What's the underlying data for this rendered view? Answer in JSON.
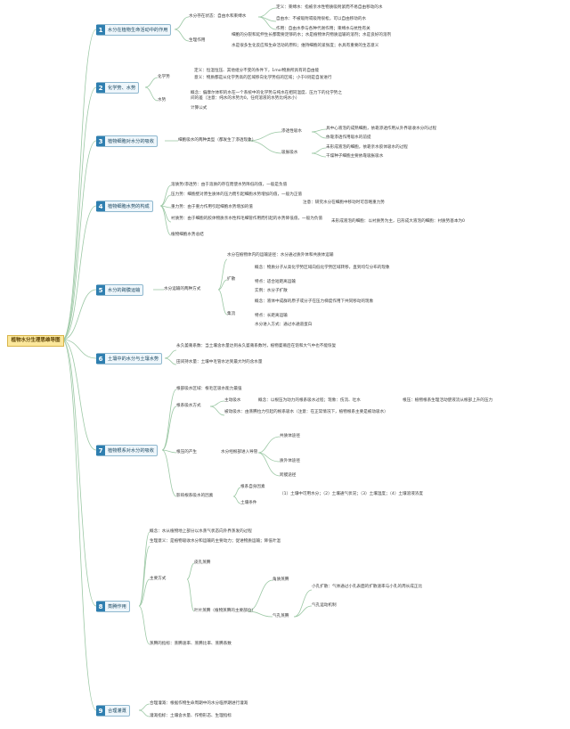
{
  "root": "植物水分生理思维导图",
  "colors": {
    "line": "#9cc8a5",
    "branch_num": "#2f7fb0",
    "root_bg": "#fbe79b"
  },
  "branches": [
    {
      "num": "1",
      "label": "水分在植物生命活动中的作用"
    },
    {
      "num": "2",
      "label": "化学势、水势"
    },
    {
      "num": "3",
      "label": "植物细胞对水分的吸收"
    },
    {
      "num": "4",
      "label": "植物细胞水势的构成"
    },
    {
      "num": "5",
      "label": "水分的跨膜运输"
    },
    {
      "num": "6",
      "label": "土壤中的水分与土壤水势"
    },
    {
      "num": "7",
      "label": "植物根系对水分的吸收"
    },
    {
      "num": "8",
      "label": "蒸腾作用"
    },
    {
      "num": "9",
      "label": "合理灌溉"
    }
  ],
  "b1": {
    "n1": "水分存在状态：自由水和束缚水",
    "n1a": "定义：束缚水：指被亲水性物质吸附紧而不易自由移动的水",
    "n1b": "自由水：不被吸附或吸附很松，可以自由移动的水",
    "n1c": "作用：自由水参与各种代谢作用；束缚水与抗性有关",
    "n2": "生理作用",
    "n2a": "细胞的分裂和延伸生长都需要足够的水；水是植物体内物质运输的溶剂；水是良好的溶剂",
    "n2b": "水是很多生化反应和生命活动的原料；维持细胞的紧张度；水具有重要的生态意义"
  },
  "b2": {
    "n1": "化学势",
    "n1a": "定义：恒温恒压、其他组分不变的条件下，1mol物质所具有的自由能",
    "n1b": "意义：物质都是从化学势高的区域移向化学势低的区域；小于0则是自发进行",
    "n2": "水势",
    "n2a": "概念：偏摩尔体积的水在一个系统中的化学势与纯水在相同温度、压力下的化学势之间的差（注意：纯水的水势为0，任何溶液的水势比纯水小）",
    "n2b": "计算公式"
  },
  "b3": {
    "n1": "细胞吸水的两种类型（都发生了渗透现象）",
    "n1a": "渗透性吸水",
    "n1a1": "具中心液泡的成熟细胞，依靠渗透作用从外界吸收水分的过程",
    "n1a2": "依靠渗透作用吸水的前提",
    "n1b": "吸胀吸水",
    "n1b1": "未形成液泡的细胞，依靠亲水胶体吸水的过程",
    "n1b2": "干燥种子细胞主要依靠吸胀吸水"
  },
  "b4": {
    "n1": "溶质势/渗透势：由于溶质的存在而使水势降低的值，一般是负值",
    "n2": "压力势：细胞壁对原生质体的压力而引起细胞水势增加的值，一般为正值",
    "n3": "重力势：由于重力作用引起细胞水势增加的值",
    "n3a": "注意：研究水分在细胞中移动时可忽略重力势",
    "n4": "衬质势：由于细胞的胶体物质亲水性和毛细管作用而引起的水势降低值，一般为负值",
    "n4a": "未形成液泡的细胞：以衬质势为主，已形成大液泡的细胞：衬质势基本为0",
    "n5": "植物细胞水势总结"
  },
  "b5": {
    "n1": "水分运输的两种方式",
    "n1a": "水分在植物体内的运输途径：水分通过质外体和共质体运输",
    "n1b": "扩散",
    "n1b1": "概念：物质分子从高化学势区域向低化学势区域转移，直到均匀分布的现象",
    "n1b2": "特点：适合短距离运输",
    "n1b3": "实例：水分子扩散",
    "n1c": "集流",
    "n1c1": "概念：液体中成群的原子或分子在压力梯度作用下共同移动的现象",
    "n1c2": "特点：长距离运输",
    "n1c3": "水分进入方式：通过水通道蛋白"
  },
  "b6": {
    "n1": "永久萎蔫系数：当土壤含水量达到永久萎蔫系数时，植物萎蔫后在饱和大气中也不能恢复",
    "n2": "田间持水量：土壤中毛管水达到最大时的含水量"
  },
  "b7": {
    "n1": "根部吸水区域：根毛区吸水能力最强",
    "n2": "根系吸水方式",
    "n2a": "主动吸水",
    "n2a1": "概念：以根压为动力的根系吸水过程；现象：伤流、吐水",
    "n2a2": "根压：植物根系生理活动使液流从根部上升的压力",
    "n2b": "被动吸水：由蒸腾拉力引起的根系吸水（注意：在正常情况下，植物根系主要是被动吸水）",
    "n3": "根压的产生",
    "n3a": "水分经根部进入导管",
    "n3a1": "共质体途径",
    "n3a2": "质外体途径",
    "n3a3": "跨膜途径",
    "n4": "影响根系吸水的因素",
    "n4a": "根系自身因素",
    "n4b": "土壤条件",
    "n4b1": "（1）土壤中可用水分；（2）土壤通气状况；（3）土壤温度；（4）土壤溶液浓度"
  },
  "b8": {
    "n1": "概念：水从植物地上部分以水蒸气状态向外界蒸发的过程",
    "n2": "生理意义：是植物吸收水分和运输的主要动力；促进物质运输；降低叶温",
    "n3": "主要方式",
    "n3a": "皮孔蒸腾",
    "n3b": "叶片蒸腾（植物蒸腾的主要部位）",
    "n3b1": "角质蒸腾",
    "n3b2": "气孔蒸腾",
    "n3b2a": "小孔扩散：气体通过小孔表面的扩散速率与小孔的周长成正比",
    "n3b2b": "气孔运动机制",
    "n4": "蒸腾的指标：蒸腾速率、蒸腾比率、蒸腾系数"
  },
  "b9": {
    "n1": "合理灌溉：根据作物生命周期中的水分临界期进行灌溉",
    "n2": "灌溉指标：土壤含水量、作物形态、生理指标"
  }
}
